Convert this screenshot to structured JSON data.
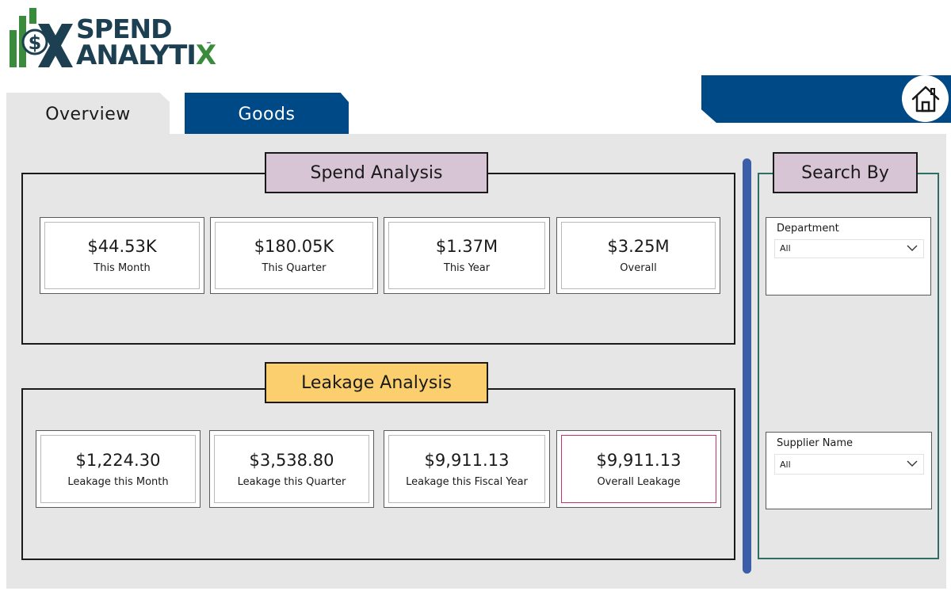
{
  "brand": {
    "line1": "SPEND",
    "line2a": "ANALYTI",
    "line2b": "X",
    "tm": "™",
    "colors": {
      "dark": "#1c3f52",
      "green": "#3a8b3c"
    }
  },
  "tabs": [
    {
      "label": "Overview",
      "active": true
    },
    {
      "label": "Goods",
      "active": false
    }
  ],
  "colors": {
    "navy": "#004987",
    "canvas": "#e6e6e6",
    "spend_title": "#d7c5d6",
    "leak_title": "#fbcf6d",
    "divider": "#3a5fa8",
    "highlight": "#c8316a"
  },
  "icons": {
    "home": "home-icon",
    "chevron": "chevron-down-icon"
  },
  "spend": {
    "title": "Spend Analysis",
    "cards": [
      {
        "value": "$44.53K",
        "label": "This Month"
      },
      {
        "value": "$180.05K",
        "label": "This Quarter"
      },
      {
        "value": "$1.37M",
        "label": "This Year"
      },
      {
        "value": "$3.25M",
        "label": "Overall"
      }
    ]
  },
  "leakage": {
    "title": "Leakage Analysis",
    "cards": [
      {
        "value": "$1,224.30",
        "label": "Leakage this Month"
      },
      {
        "value": "$3,538.80",
        "label": "Leakage this Quarter"
      },
      {
        "value": "$9,911.13",
        "label": "Leakage this Fiscal Year"
      },
      {
        "value": "$9,911.13",
        "label": "Overall Leakage"
      }
    ]
  },
  "search": {
    "title": "Search By",
    "department": {
      "label": "Department",
      "value": "All"
    },
    "supplier": {
      "label": "Supplier Name",
      "value": "All"
    }
  }
}
